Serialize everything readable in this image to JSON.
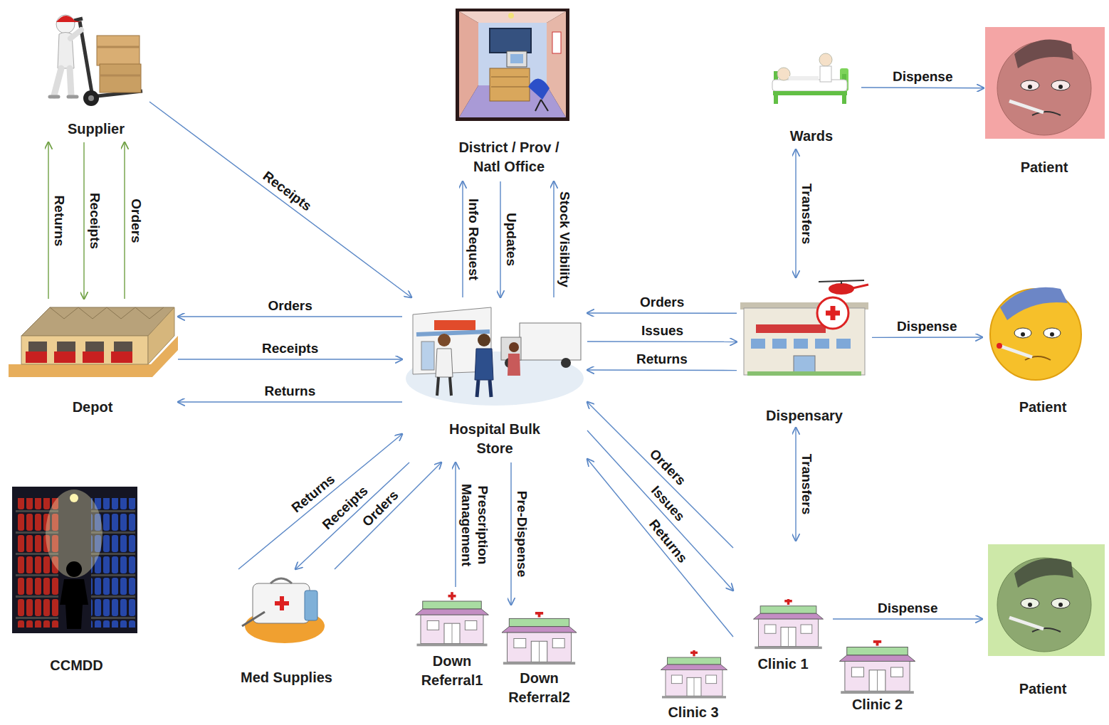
{
  "diagram": {
    "nodes": [
      {
        "text": [
          "Supplier"
        ]
      },
      {
        "text": [
          "District / Prov / Natl Office"
        ]
      },
      {
        "text": [
          "Wards"
        ]
      },
      {
        "text": [
          "Patient"
        ]
      },
      {
        "text": [
          "Depot"
        ]
      },
      {
        "text": [
          "Hospital Bulk Store"
        ]
      },
      {
        "text": [
          "Dispensary"
        ]
      },
      {
        "text": [
          "Patient"
        ]
      },
      {
        "text": [
          "CCMDD"
        ]
      },
      {
        "text": [
          "Med Supplies"
        ]
      },
      {
        "text": [
          "Down Referral1"
        ]
      },
      {
        "text": [
          "Down Referral2"
        ]
      },
      {
        "text": [
          "Clinic 1"
        ]
      },
      {
        "text": [
          "Clinic 2"
        ]
      },
      {
        "text": [
          "Clinic 3"
        ]
      },
      {
        "text": [
          "Patient"
        ]
      }
    ],
    "edges": [
      {
        "from": 0,
        "to": 5,
        "label": "Receipts",
        "arrow": "to"
      },
      {
        "from": 4,
        "to": 0,
        "label": "Returns",
        "arrow": "to"
      },
      {
        "from": 0,
        "to": 4,
        "label": "Receipts",
        "arrow": "to"
      },
      {
        "from": 4,
        "to": 0,
        "label": "Orders",
        "arrow": "to"
      },
      {
        "from": 5,
        "to": 4,
        "label": "Orders",
        "arrow": "to"
      },
      {
        "from": 4,
        "to": 5,
        "label": "Receipts",
        "arrow": "to"
      },
      {
        "from": 5,
        "to": 4,
        "label": "Returns",
        "arrow": "to"
      },
      {
        "from": 5,
        "to": 1,
        "label": "Info Request",
        "arrow": "to"
      },
      {
        "from": 1,
        "to": 5,
        "label": "Updates",
        "arrow": "to"
      },
      {
        "from": 5,
        "to": 1,
        "label": "Stock Visibility",
        "arrow": "to"
      },
      {
        "from": 6,
        "to": 5,
        "label": "Orders",
        "arrow": "to"
      },
      {
        "from": 5,
        "to": 6,
        "label": "Issues",
        "arrow": "to"
      },
      {
        "from": 6,
        "to": 5,
        "label": "Returns",
        "arrow": "to"
      },
      {
        "from": 2,
        "to": 6,
        "label": "Transfers",
        "arrow": "both"
      },
      {
        "from": 2,
        "to": 3,
        "label": "Dispense",
        "arrow": "to"
      },
      {
        "from": 6,
        "to": 7,
        "label": "Dispense",
        "arrow": "to"
      },
      {
        "from": 6,
        "to": 12,
        "label": "Transfers",
        "arrow": "both"
      },
      {
        "from": 12,
        "to": 15,
        "label": "Dispense",
        "arrow": "to"
      },
      {
        "from": 12,
        "to": 5,
        "label": "Orders",
        "arrow": "to"
      },
      {
        "from": 5,
        "to": 12,
        "label": "Issues",
        "arrow": "to"
      },
      {
        "from": 12,
        "to": 5,
        "label": "Returns",
        "arrow": "to"
      },
      {
        "from": 9,
        "to": 5,
        "label": "Returns",
        "arrow": "to"
      },
      {
        "from": 5,
        "to": 9,
        "label": "Receipts",
        "arrow": "to"
      },
      {
        "from": 9,
        "to": 5,
        "label": "Orders",
        "arrow": "to"
      },
      {
        "from": 10,
        "to": 5,
        "label": "Prescription Management",
        "arrow": "to"
      },
      {
        "from": 5,
        "to": 11,
        "label": "Pre-Dispense",
        "arrow": "to"
      }
    ]
  }
}
